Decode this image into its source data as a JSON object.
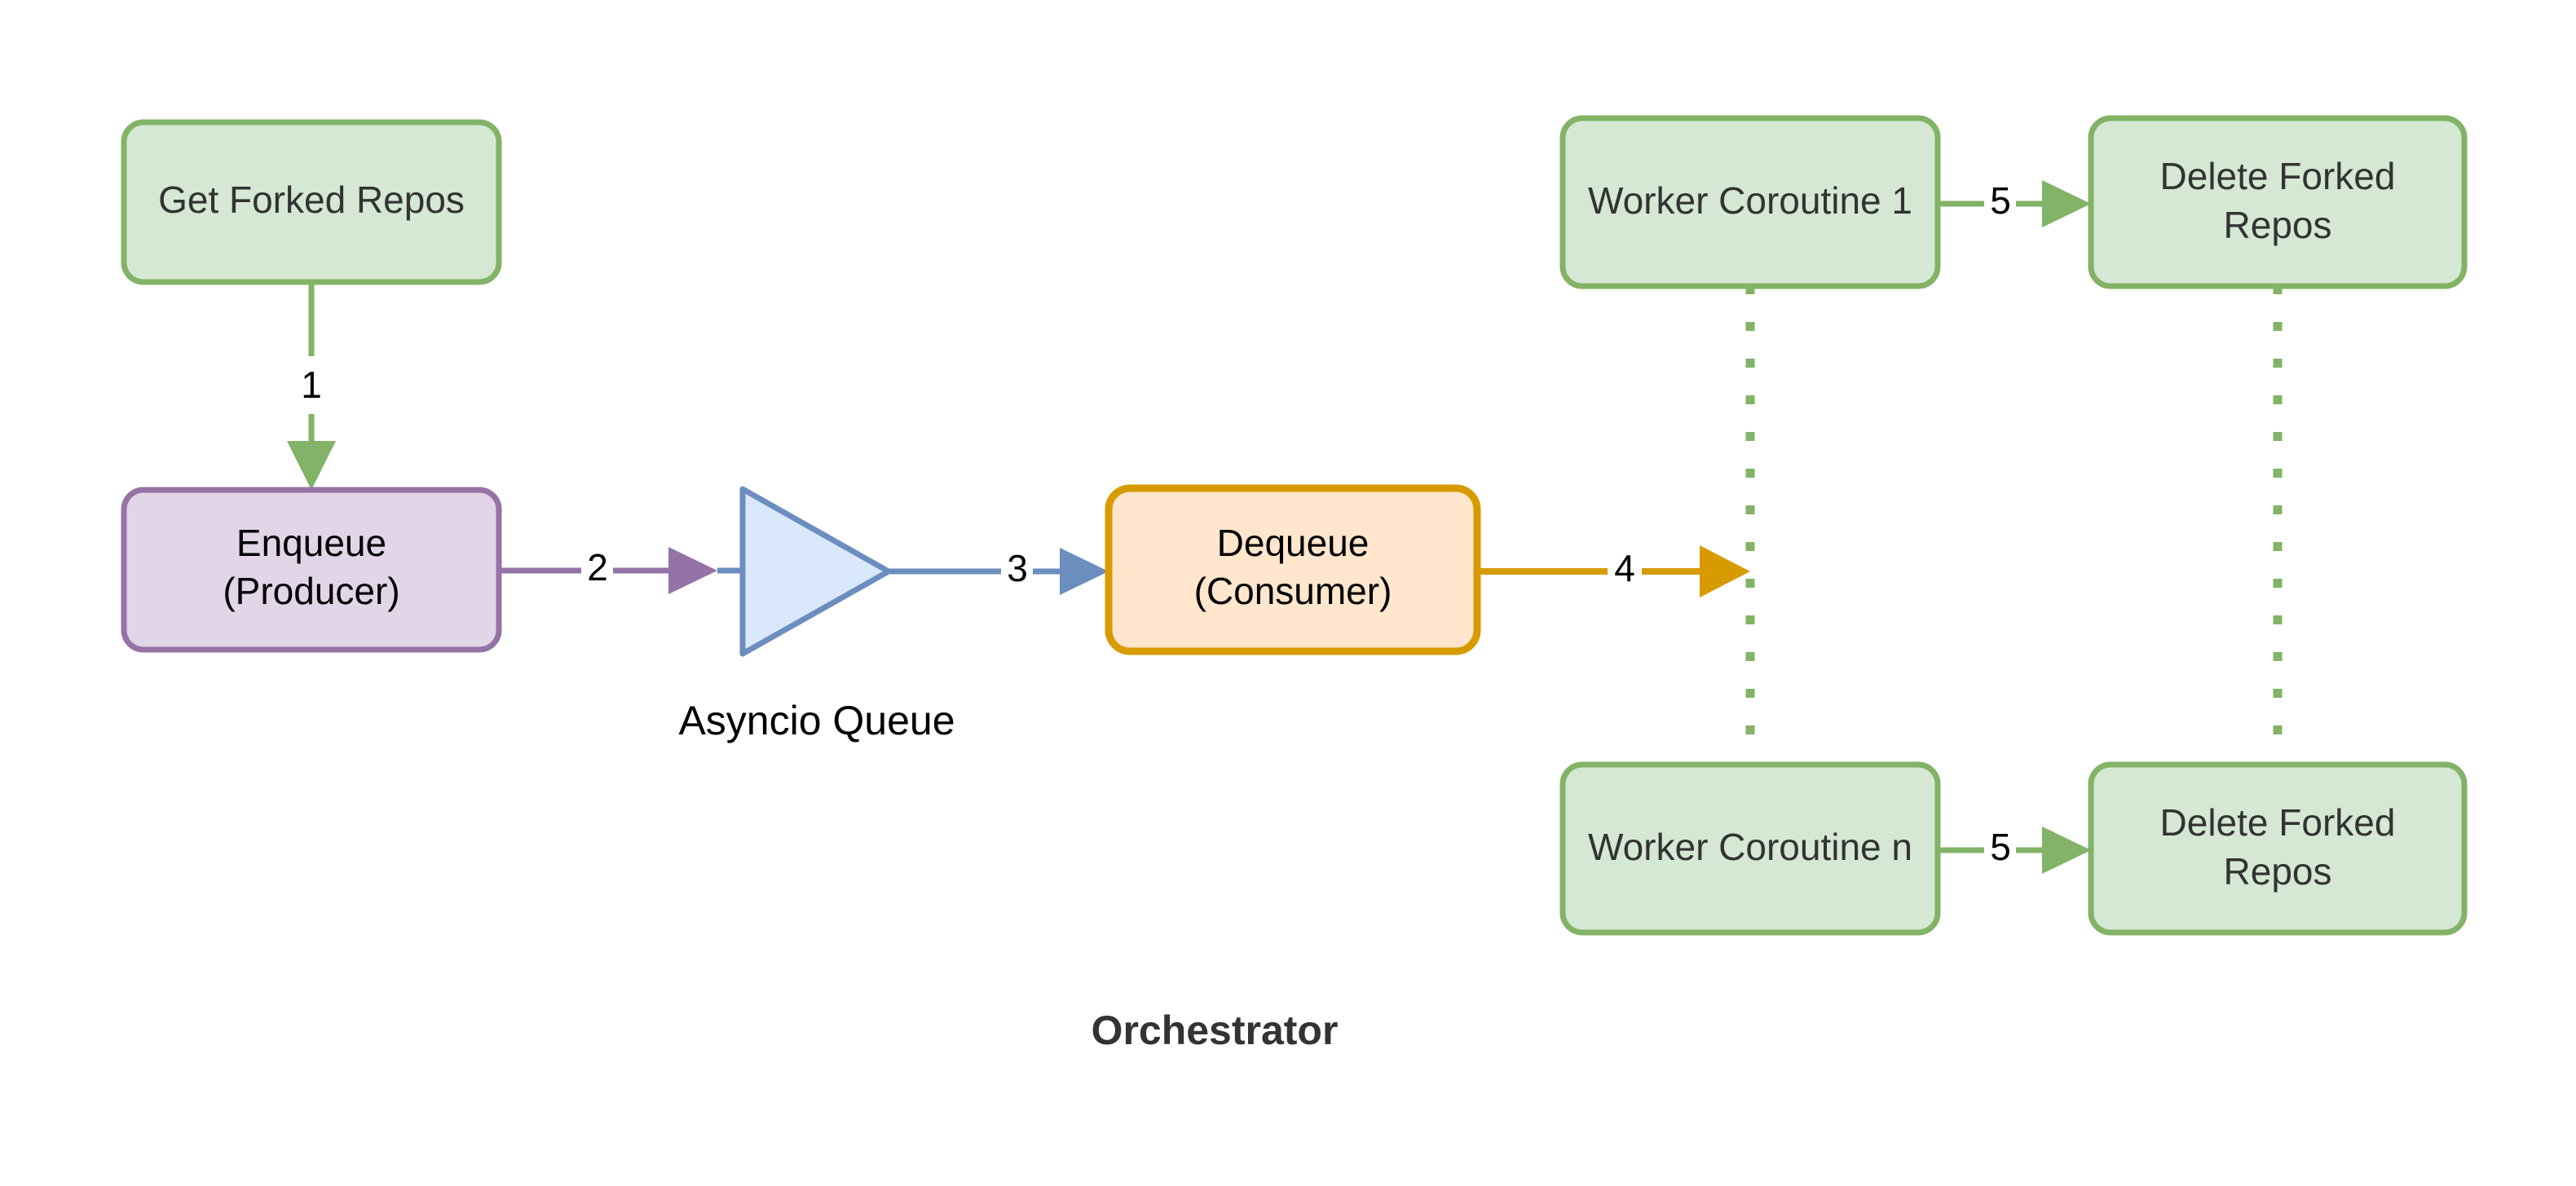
{
  "diagram": {
    "title": "Orchestrator",
    "background_color": "#ffffff",
    "nodes": {
      "get_forked_repos": {
        "label": "Get Forked Repos",
        "fill": "#d5e8d4",
        "stroke": "#82b366",
        "text_color": "#333333"
      },
      "enqueue": {
        "label_line1": "Enqueue",
        "label_line2": "(Producer)",
        "fill": "#e1d5e7",
        "stroke": "#9673a6",
        "text_color": "#000000"
      },
      "asyncio_queue": {
        "label": "Asyncio Queue",
        "fill": "#dae8fc",
        "stroke": "#6c8ebf",
        "text_color": "#000000"
      },
      "dequeue": {
        "label_line1": "Dequeue",
        "label_line2": "(Consumer)",
        "fill": "#ffe6cc",
        "stroke": "#d79b00",
        "text_color": "#000000"
      },
      "worker_coroutine_1": {
        "label": "Worker Coroutine 1",
        "fill": "#d5e8d4",
        "stroke": "#82b366",
        "text_color": "#333333"
      },
      "worker_coroutine_n": {
        "label": "Worker Coroutine n",
        "fill": "#d5e8d4",
        "stroke": "#82b366",
        "text_color": "#333333"
      },
      "delete_forked_repos_top": {
        "label_line1": "Delete Forked",
        "label_line2": "Repos",
        "fill": "#d5e8d4",
        "stroke": "#82b366",
        "text_color": "#333333"
      },
      "delete_forked_repos_bottom": {
        "label_line1": "Delete Forked",
        "label_line2": "Repos",
        "fill": "#d5e8d4",
        "stroke": "#82b366",
        "text_color": "#333333"
      }
    },
    "edges": [
      {
        "id": "edge-1",
        "label": "1",
        "from": "get_forked_repos",
        "to": "enqueue",
        "color": "#82b366",
        "direction": "down"
      },
      {
        "id": "edge-2",
        "label": "2",
        "from": "enqueue",
        "to": "asyncio_queue",
        "color": "#9673a6",
        "direction": "right"
      },
      {
        "id": "edge-3",
        "label": "3",
        "from": "asyncio_queue",
        "to": "dequeue",
        "color": "#6c8ebf",
        "direction": "right"
      },
      {
        "id": "edge-4",
        "label": "4",
        "from": "dequeue",
        "to": "worker_pool",
        "color": "#d79b00",
        "direction": "right"
      },
      {
        "id": "edge-5-top",
        "label": "5",
        "from": "worker_coroutine_1",
        "to": "delete_forked_repos_top",
        "color": "#82b366",
        "direction": "right"
      },
      {
        "id": "edge-5-bottom",
        "label": "5",
        "from": "worker_coroutine_n",
        "to": "delete_forked_repos_bottom",
        "color": "#82b366",
        "direction": "right"
      }
    ],
    "dotted_connectors": [
      {
        "id": "worker-ellipsis",
        "color": "#82b366",
        "orientation": "vertical"
      },
      {
        "id": "delete-ellipsis",
        "color": "#82b366",
        "orientation": "vertical"
      }
    ]
  }
}
